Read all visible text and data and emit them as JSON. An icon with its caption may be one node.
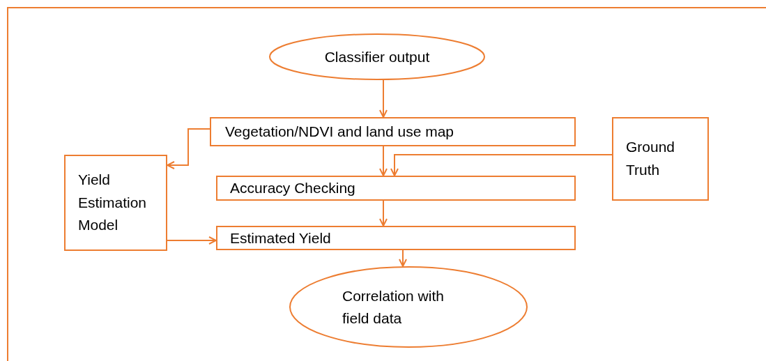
{
  "diagram": {
    "nodes": [
      {
        "text": [
          "Classifier output"
        ]
      },
      {
        "text": [
          "Vegetation/NDVI and land use map"
        ]
      },
      {
        "text": [
          "Ground Truth"
        ]
      },
      {
        "text": [
          "Yield Estimation Model"
        ]
      },
      {
        "text": [
          "Accuracy Checking"
        ]
      },
      {
        "text": [
          "Estimated Yield"
        ]
      },
      {
        "text": [
          "Correlation with field data"
        ]
      }
    ],
    "edges": [
      {
        "from": 0,
        "to": 1,
        "arrow": "to"
      },
      {
        "from": 1,
        "to": 3,
        "arrow": "to"
      },
      {
        "from": 1,
        "to": 4,
        "arrow": "to"
      },
      {
        "from": 2,
        "to": 4,
        "arrow": "to"
      },
      {
        "from": 4,
        "to": 5,
        "arrow": "to"
      },
      {
        "from": 3,
        "to": 5,
        "arrow": "to"
      },
      {
        "from": 5,
        "to": 6,
        "arrow": "to"
      }
    ]
  }
}
